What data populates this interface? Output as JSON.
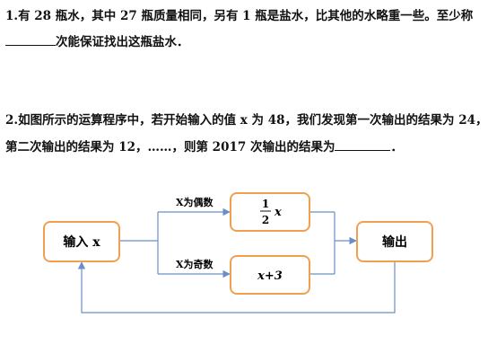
{
  "q1": {
    "line1": "1.有 28 瓶水，其中 27 瓶质量相同，另有 1 瓶是盐水，比其他的水略重一些。至少称",
    "line2_suffix": "次能保证找出这瓶盐水．"
  },
  "q2": {
    "line1": "2.如图所示的运算程序中，若开始输入的值 x 为 48，我们发现第一次输出的结果为 24，",
    "line2_prefix": "第二次输出的结果为 12，……，则第 2017 次输出的结果为",
    "line2_suffix": "．"
  },
  "flowchart": {
    "input_box": "输入 x",
    "even_label": "X为偶数",
    "odd_label": "X为奇数",
    "half_op_num": "1",
    "half_op_den": "2",
    "half_op_var": "x",
    "plus_op": "x+3",
    "output_box": "输出",
    "border_color": "#f0a050",
    "line_color": "#6a8fc8"
  }
}
